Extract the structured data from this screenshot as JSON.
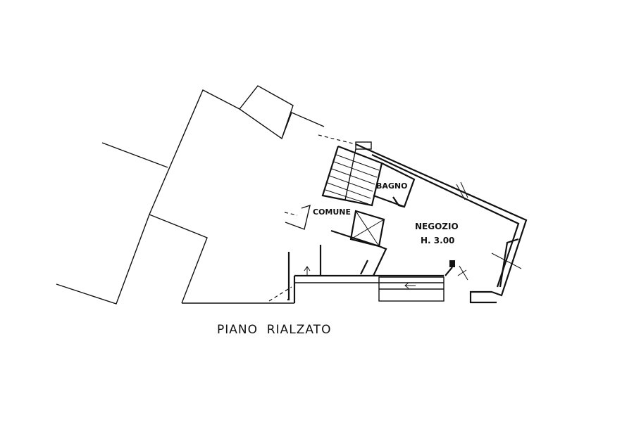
{
  "plan": {
    "title": "PIANO  RIALZATO",
    "rooms": {
      "bagno": "BAGNO",
      "comune": "COMUNE",
      "negozio": "NEGOZIO",
      "negozio_height": "H. 3.00"
    }
  }
}
